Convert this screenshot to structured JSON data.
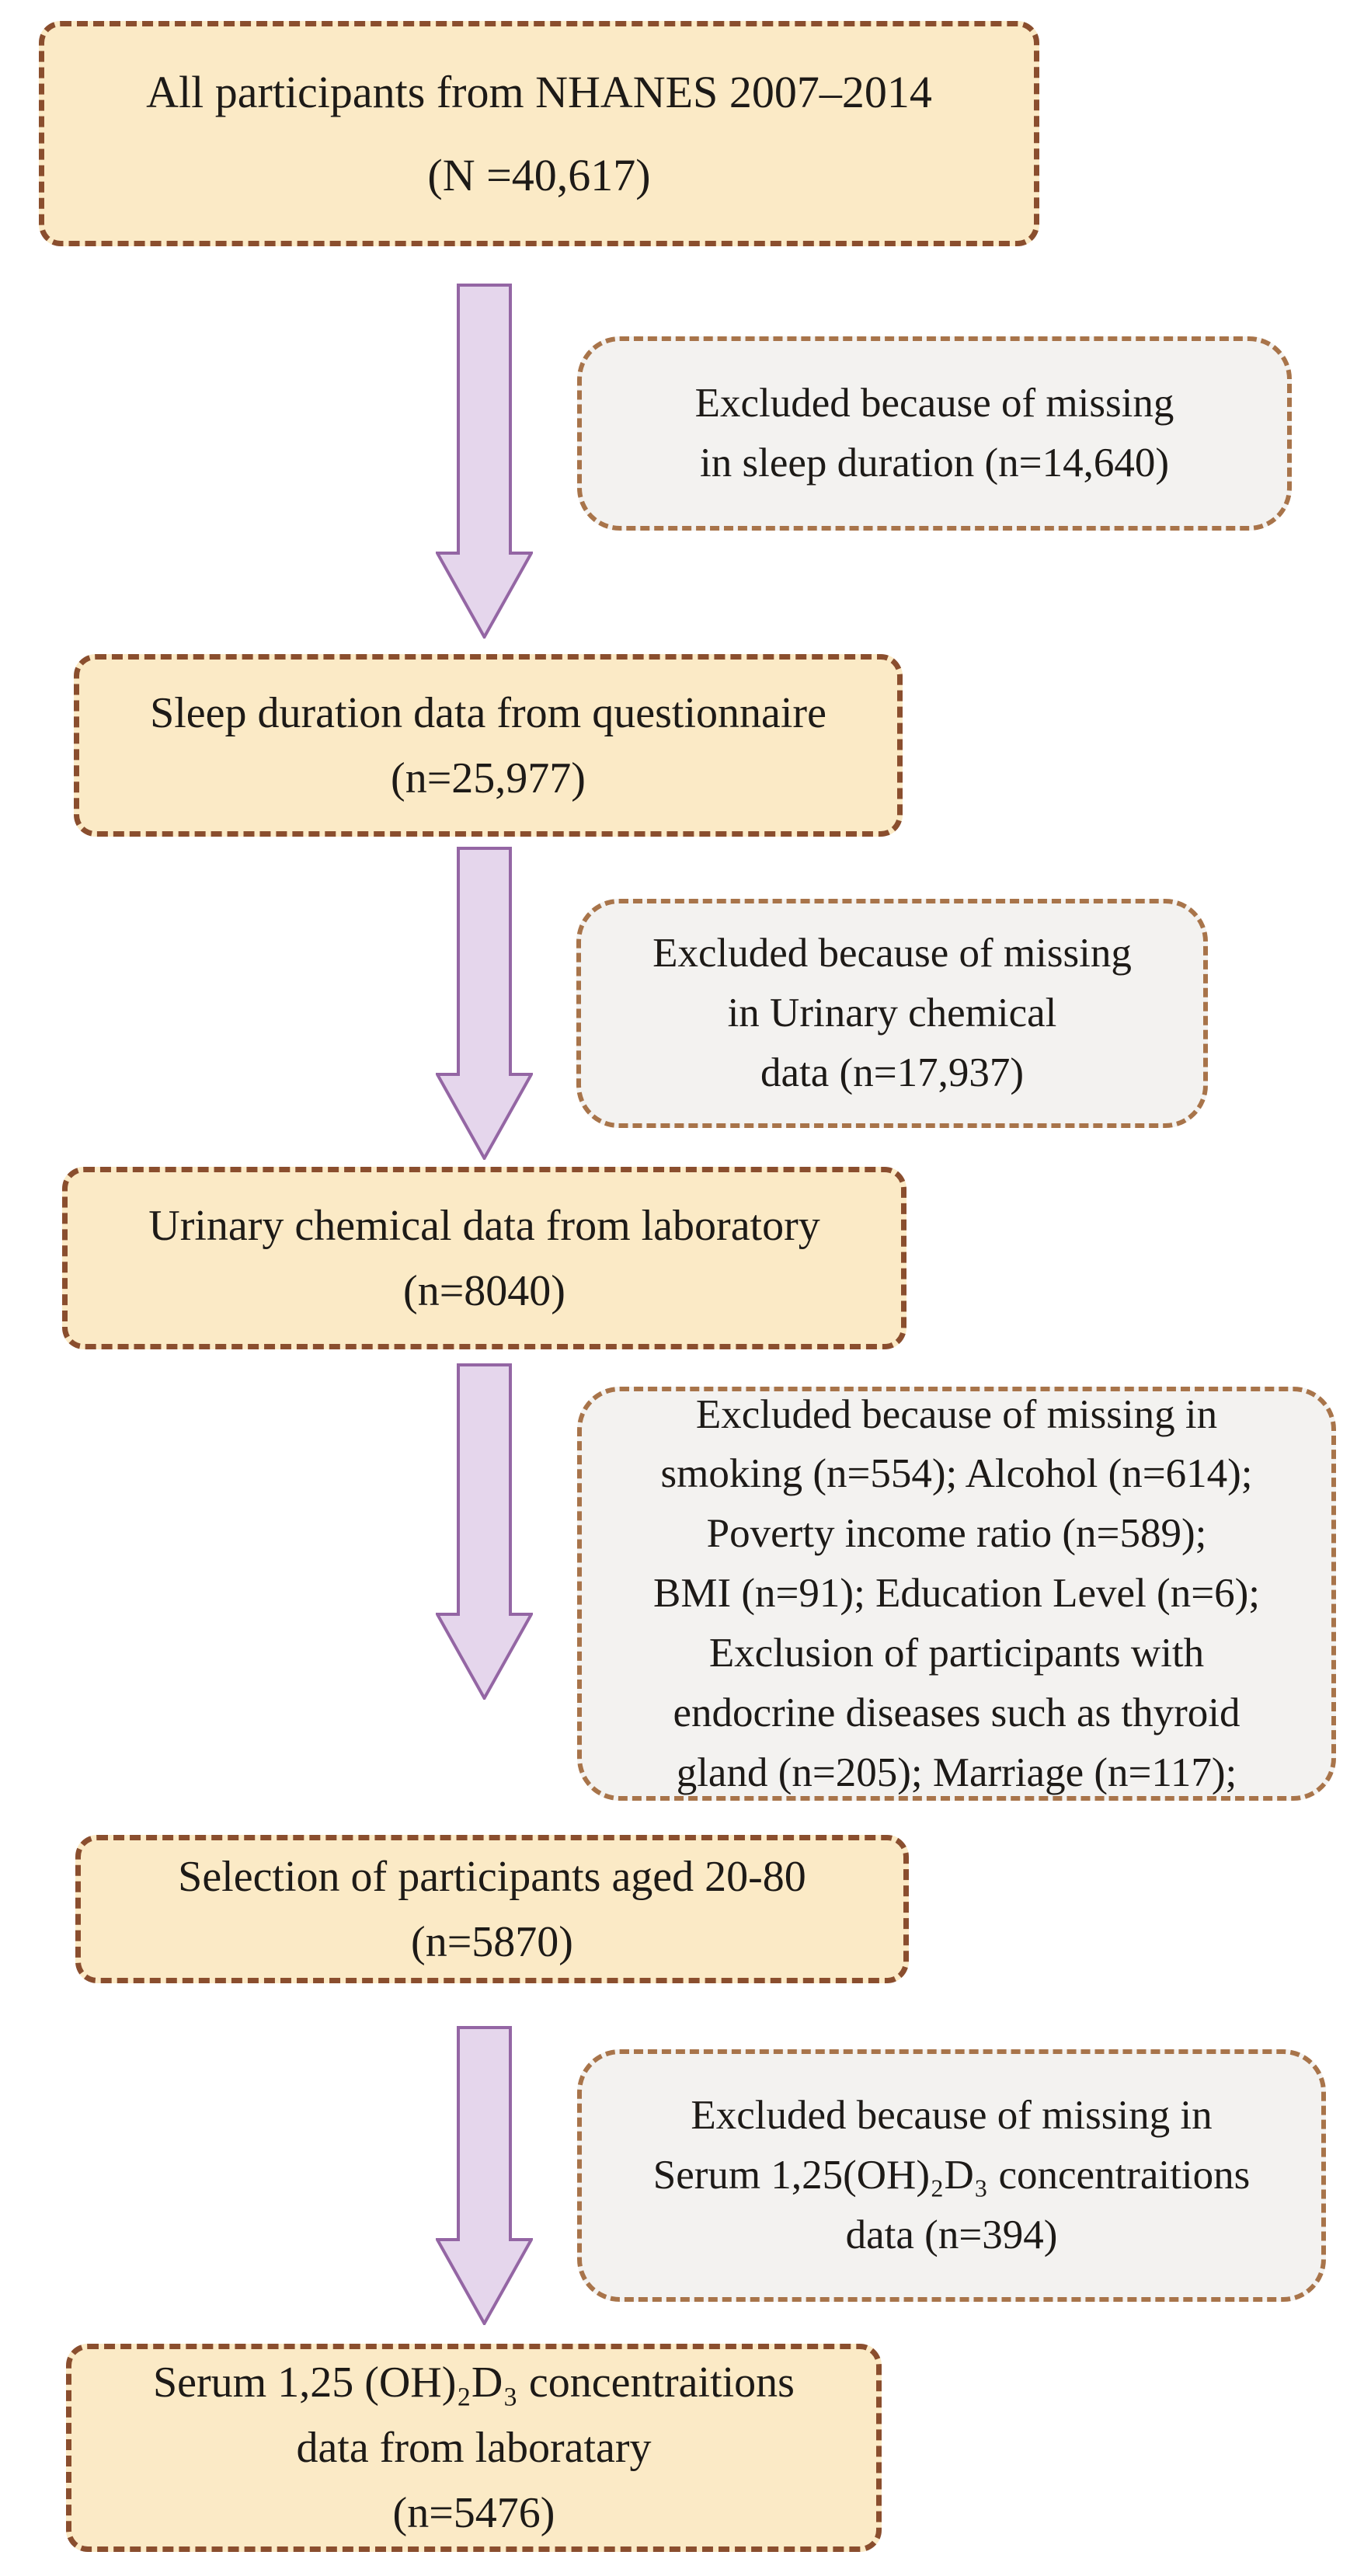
{
  "flowchart": {
    "description": "Participant selection flow diagram",
    "main_boxes": [
      {
        "id": "all-participants",
        "lines": [
          "All participants from NHANES 2007–2014",
          "(N =40,617)"
        ]
      },
      {
        "id": "sleep-duration",
        "lines": [
          "Sleep duration data from questionnaire",
          "(n=25,977)"
        ]
      },
      {
        "id": "urinary-chemical",
        "lines": [
          "Urinary chemical data  from laboratory",
          "(n=8040)"
        ]
      },
      {
        "id": "aged-20-80",
        "lines": [
          "Selection of participants aged 20-80",
          "(n=5870)"
        ]
      },
      {
        "id": "serum-concentrations",
        "lines": [
          "Serum 1,25 (OH)₂D₃ concentraitions",
          "data from laboratary",
          "(n=5476)"
        ]
      }
    ],
    "exclusion_boxes": [
      {
        "id": "excluded-sleep",
        "lines": [
          "Excluded because of missing",
          "in sleep duration  (n=14,640)"
        ]
      },
      {
        "id": "excluded-urinary",
        "lines": [
          "Excluded because of missing",
          "in  Urinary chemical",
          "data (n=17,937)"
        ]
      },
      {
        "id": "excluded-covariates",
        "lines": [
          "Excluded because of missing in",
          "smoking (n=554); Alcohol (n=614);",
          "Poverty income ratio (n=589);",
          "BMI (n=91);  Education Level (n=6);",
          "Exclusion of participants with",
          "endocrine diseases such as thyroid",
          "gland (n=205); Marriage (n=117);"
        ]
      },
      {
        "id": "excluded-serum",
        "lines": [
          "Excluded because of missing in",
          "Serum 1,25(OH)₂D₃ concentraitions",
          "data (n=394)"
        ]
      }
    ],
    "colors": {
      "main_box_fill": "#fbeac6",
      "main_box_border": "#8a4e2e",
      "exclusion_box_fill": "#f3f2f0",
      "exclusion_box_border": "#a8744a",
      "arrow_fill": "#e5d6ec",
      "arrow_stroke": "#9466a4",
      "text": "#1d1a17",
      "background": "#ffffff"
    }
  }
}
